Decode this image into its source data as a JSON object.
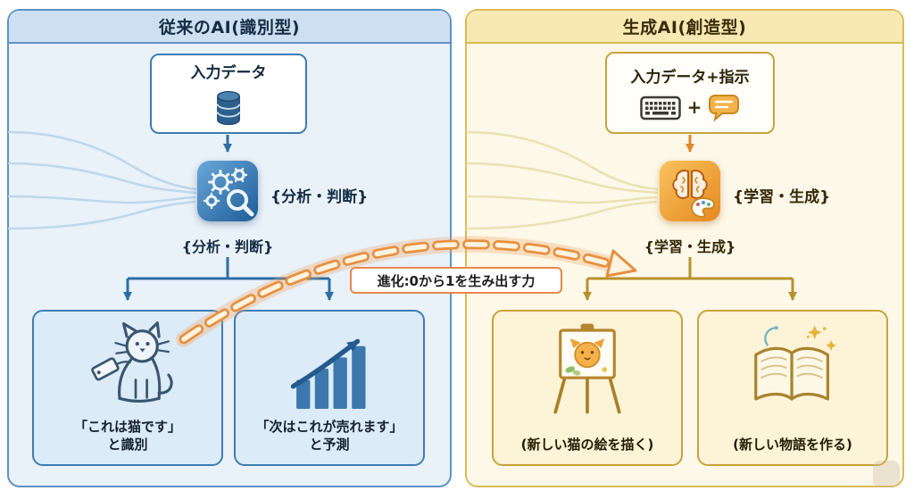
{
  "left_panel": {
    "title": "従来のAI(識別型)",
    "accent_color": "#2e6da4",
    "panel_bg": "#e9f1f9",
    "header_bg": "#cde0f1",
    "input": {
      "label": "入力データ",
      "icon": "database-icon"
    },
    "process": {
      "icon": "gears-magnifier-icon",
      "side_label": "{分析・判断}",
      "below_label": "{分析・判断}"
    },
    "outputs": [
      {
        "icon": "cat-price-tag-icon",
        "line1": "「これは猫です」",
        "line2": "と識別"
      },
      {
        "icon": "rising-bar-chart-icon",
        "line1": "「次はこれが売れます」",
        "line2": "と予測"
      }
    ]
  },
  "right_panel": {
    "title": "生成AI(創造型)",
    "accent_color": "#bf9530",
    "panel_bg": "#fdf8e8",
    "header_bg": "#f8e9b4",
    "input": {
      "label": "入力データ+指示",
      "plus": "+",
      "icons": [
        "keyboard-icon",
        "speech-bubble-icon"
      ]
    },
    "process": {
      "icon": "brain-palette-icon",
      "side_label": "{学習・生成}",
      "below_label": "{学習・生成}"
    },
    "outputs": [
      {
        "icon": "easel-cat-painting-icon",
        "caption": "(新しい猫の絵を描く)"
      },
      {
        "icon": "open-book-sparkles-icon",
        "caption": "(新しい物語を作る)"
      }
    ]
  },
  "evolution": {
    "label": "進化:0から1を生み出す力",
    "arrow_color": "#e8903f"
  }
}
